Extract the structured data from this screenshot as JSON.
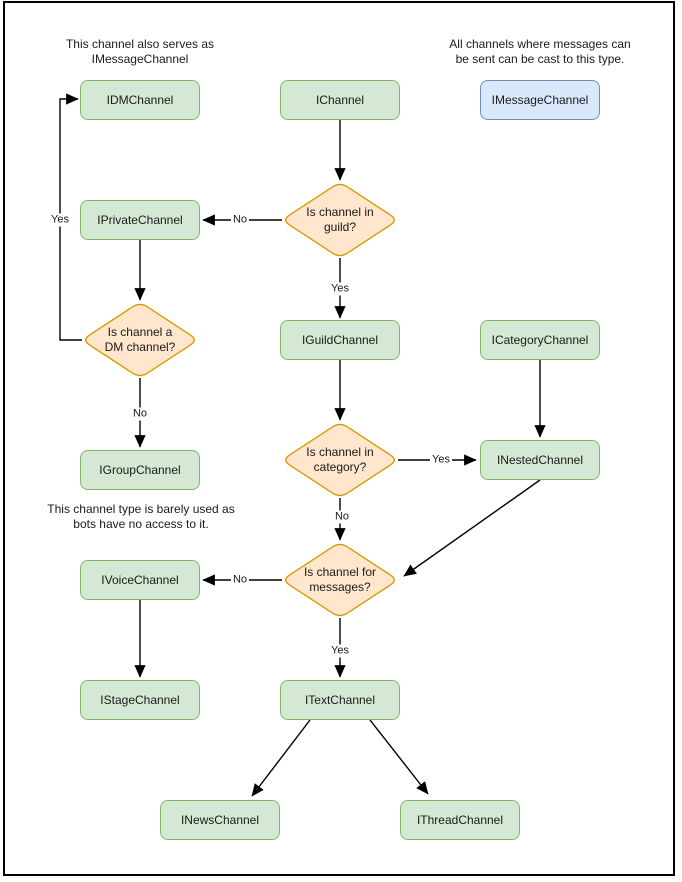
{
  "canvas": {
    "background": "#ffffff",
    "page_border_color": "#000000"
  },
  "colors": {
    "node_green_fill": "#d5e8d4",
    "node_green_stroke": "#82b366",
    "node_blue_fill": "#dae8fc",
    "node_blue_stroke": "#6c8ebf",
    "decision_fill": "#ffe6cc",
    "decision_stroke": "#d79b00",
    "edge_color": "#000000",
    "text_color": "#1a1a1a"
  },
  "notes": {
    "dm": {
      "line1": "This channel also serves as",
      "line2": "IMessageChannel"
    },
    "message": {
      "line1": "All channels where messages can",
      "line2": "be sent can be cast to this type."
    },
    "group": {
      "line1": "This channel type is barely used as",
      "line2": "bots have no access to it."
    }
  },
  "nodes": {
    "idm": {
      "label": "IDMChannel"
    },
    "ichannel": {
      "label": "IChannel"
    },
    "imessage": {
      "label": "IMessageChannel"
    },
    "iprivate": {
      "label": "IPrivateChannel"
    },
    "iguild": {
      "label": "IGuildChannel"
    },
    "icategory": {
      "label": "ICategoryChannel"
    },
    "igroup": {
      "label": "IGroupChannel"
    },
    "inested": {
      "label": "INestedChannel"
    },
    "ivoice": {
      "label": "IVoiceChannel"
    },
    "istage": {
      "label": "IStageChannel"
    },
    "itext": {
      "label": "ITextChannel"
    },
    "inews": {
      "label": "INewsChannel"
    },
    "ithread": {
      "label": "IThreadChannel"
    }
  },
  "decisions": {
    "in_guild": {
      "line1": "Is channel in",
      "line2": "guild?"
    },
    "is_dm": {
      "line1": "Is channel a",
      "line2": "DM channel?"
    },
    "in_category": {
      "line1": "Is channel in",
      "line2": "category?"
    },
    "for_messages": {
      "line1": "Is channel for",
      "line2": "messages?"
    }
  },
  "edge_labels": {
    "guild_no": "No",
    "guild_yes": "Yes",
    "dm_yes": "Yes",
    "dm_no": "No",
    "category_yes": "Yes",
    "category_no": "No",
    "messages_no": "No",
    "messages_yes": "Yes"
  }
}
